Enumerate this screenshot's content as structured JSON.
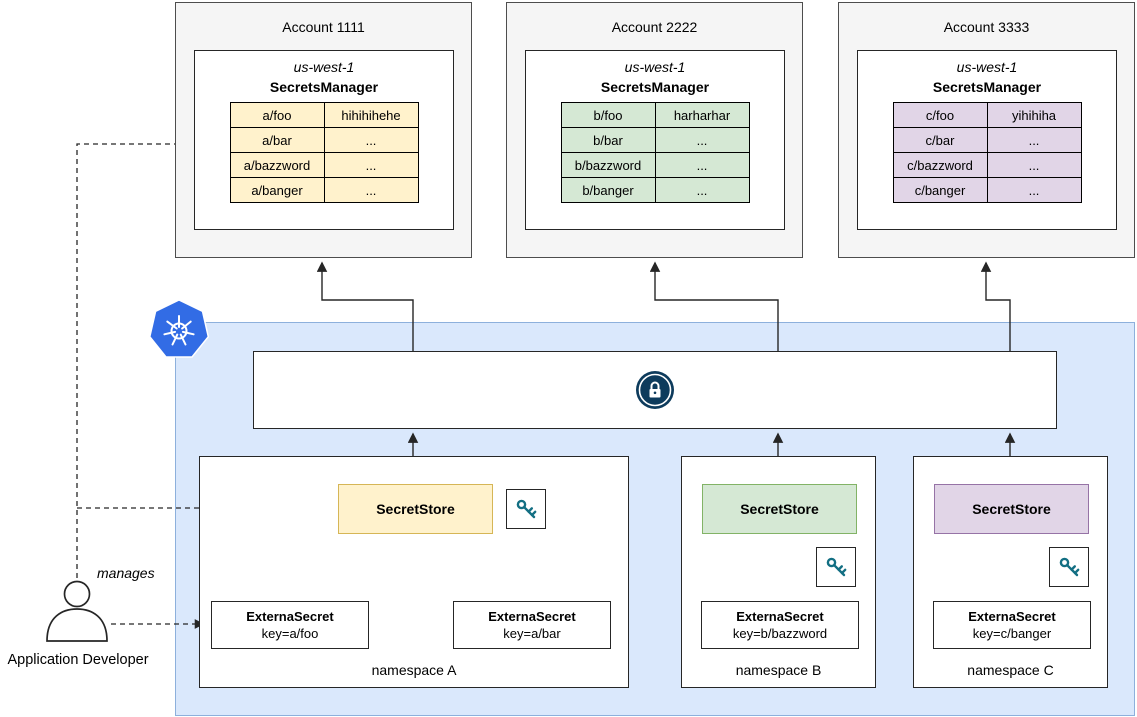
{
  "accounts": [
    {
      "title": "Account 1111",
      "region": "us-west-1",
      "service": "SecretsManager",
      "rows": [
        [
          "a/foo",
          "hihihihehe"
        ],
        [
          "a/bar",
          "..."
        ],
        [
          "a/bazzword",
          "..."
        ],
        [
          "a/banger",
          "..."
        ]
      ],
      "table_fill": "#fff2cc",
      "table_border": "#d6b656"
    },
    {
      "title": "Account 2222",
      "region": "us-west-1",
      "service": "SecretsManager",
      "rows": [
        [
          "b/foo",
          "harharhar"
        ],
        [
          "b/bar",
          "..."
        ],
        [
          "b/bazzword",
          "..."
        ],
        [
          "b/banger",
          "..."
        ]
      ],
      "table_fill": "#d5e8d4",
      "table_border": "#82b366"
    },
    {
      "title": "Account 3333",
      "region": "us-west-1",
      "service": "SecretsManager",
      "rows": [
        [
          "c/foo",
          "yihihiha"
        ],
        [
          "c/bar",
          "..."
        ],
        [
          "c/bazzword",
          "..."
        ],
        [
          "c/banger",
          "..."
        ]
      ],
      "table_fill": "#e1d5e7",
      "table_border": "#9673a6"
    }
  ],
  "cluster": {
    "namespaces": [
      {
        "label": "namespace A",
        "secret_store": "SecretStore",
        "external_secrets": [
          {
            "name": "ExternaSecret",
            "key": "key=a/foo"
          },
          {
            "name": "ExternaSecret",
            "key": "key=a/bar"
          }
        ]
      },
      {
        "label": "namespace B",
        "secret_store": "SecretStore",
        "external_secrets": [
          {
            "name": "ExternaSecret",
            "key": "key=b/bazzword"
          }
        ]
      },
      {
        "label": "namespace C",
        "secret_store": "SecretStore",
        "external_secrets": [
          {
            "name": "ExternaSecret",
            "key": "key=c/banger"
          }
        ]
      }
    ]
  },
  "developer": {
    "label": "Application Developer",
    "manages_label": "manages"
  },
  "icons": {
    "kubernetes": "kubernetes-logo",
    "operator": "external-secrets-operator-logo",
    "key": "key-icon",
    "person": "person-icon"
  },
  "colors": {
    "cluster_fill": "#dae8fc",
    "cluster_border": "#8db0dc",
    "account_fill": "#f5f5f5",
    "yellow_fill": "#fff2cc",
    "yellow_border": "#d6b656",
    "green_fill": "#d5e8d4",
    "green_border": "#82b366",
    "purple_fill": "#e1d5e7",
    "purple_border": "#9673a6",
    "k8s_blue": "#326ce5",
    "key_teal": "#136f83",
    "operator_navy": "#0d3b5c",
    "line": "#262626"
  }
}
